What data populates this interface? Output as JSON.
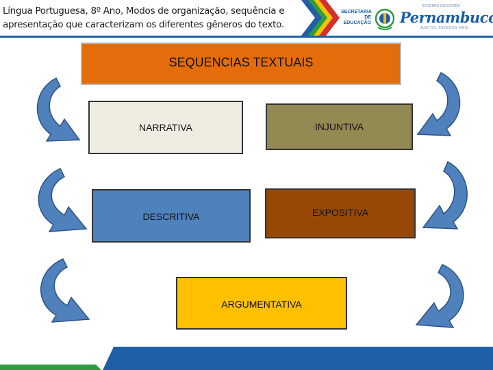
{
  "header": {
    "title": "Língua Portuguesa, 8º Ano, Modos de organização, sequência e apresentação que caracterizam os diferentes gêneros do texto.",
    "secretaria": "SECRETARIA DE EDUCAÇÃO",
    "brand": "Pernambuco",
    "brand_top": "GOVERNO DO ESTADO",
    "brand_sub": "JUNTOS, FAZEMOS MAIS"
  },
  "diagram": {
    "title": "SEQUENCIAS TEXTUAIS",
    "boxes": {
      "narrativa": "NARRATIVA",
      "injuntiva": "INJUNTIVA",
      "descritiva": "DESCRITIVA",
      "expositiva": "EXPOSITIVA",
      "argumentativa": "ARGUMENTATIVA"
    }
  },
  "colors": {
    "title_box": "#e46c0a",
    "narrativa": "#eeece1",
    "injuntiva": "#938953",
    "descritiva": "#4f81bd",
    "expositiva": "#974806",
    "argumentativa": "#ffc000",
    "arrows": "#4f81bd",
    "header_bar": "#1f5fa8",
    "footer_bar": "#1f5fa8"
  }
}
